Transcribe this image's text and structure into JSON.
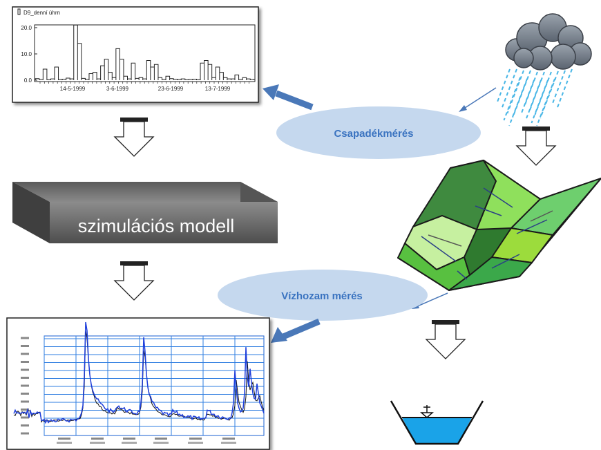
{
  "top_chart": {
    "legend": "D9_denní úhrn",
    "y_ticks": [
      "20.0",
      "10.0",
      "0.0"
    ],
    "x_ticks": [
      "14-5-1999",
      "3-6-1999",
      "23-6-1999",
      "13-7-1999"
    ],
    "ylim": [
      0,
      22
    ],
    "bars": [
      0.6,
      0.3,
      4.2,
      0.2,
      0.5,
      5.0,
      0.3,
      0.4,
      0.8,
      0.5,
      21.0,
      14.0,
      0.7,
      0.4,
      2.5,
      3.0,
      0.5,
      5.5,
      8.0,
      3.0,
      1.0,
      12.0,
      8.0,
      1.5,
      0.5,
      6.5,
      0.7,
      1.0,
      0.5,
      7.5,
      5.0,
      6.0,
      1.0,
      0.3,
      1.5,
      0.6,
      0.4,
      0.3,
      0.5,
      0.2,
      0.3,
      0.4,
      0.2,
      6.5,
      7.5,
      6.0,
      1.0,
      5.0,
      3.0,
      1.0,
      0.5,
      0.5,
      2.0,
      0.3,
      1.0,
      0.5,
      0.3
    ]
  },
  "model_label": "szimulációs modell",
  "ellipse_rain": "Csapadékmérés",
  "ellipse_flow": "Vízhozam mérés",
  "colors": {
    "ellipse_fill": "#c5d8ee",
    "ellipse_text": "#3a73c0",
    "arrow_blue": "#4a78b8",
    "model_box": "#6b6b6b",
    "bottom_chart_blue": "#1f3fdb",
    "water": "#1aa3e8"
  }
}
